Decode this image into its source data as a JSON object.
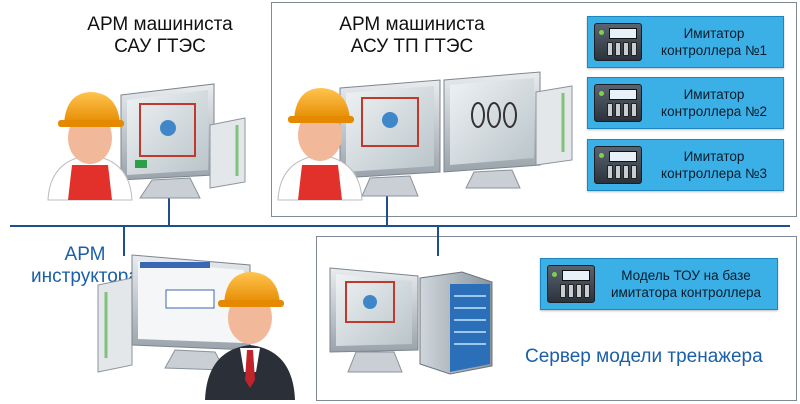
{
  "labels": {
    "arm_sau_line1": "АРМ машиниста",
    "arm_sau_line2": "САУ ГТЭС",
    "arm_asu_line1": "АРМ машиниста",
    "arm_asu_line2": "АСУ ТП ГТЭС",
    "arm_instr_line1": "АРМ",
    "arm_instr_line2": "инструктора",
    "server_label": "Сервер модели тренажера"
  },
  "simulators": [
    {
      "line1": "Имитатор",
      "line2": "контроллера №1"
    },
    {
      "line1": "Имитатор",
      "line2": "контроллера №2"
    },
    {
      "line1": "Имитатор",
      "line2": "контроллера №3"
    }
  ],
  "model_box": {
    "line1": "Модель ТОУ на базе",
    "line2": "имитатора контроллера"
  },
  "colors": {
    "bus": "#1f4f8f",
    "box_fill": "#3ab0e6",
    "label_blue": "#1a5fa8",
    "helmet": "#f3a21b"
  }
}
